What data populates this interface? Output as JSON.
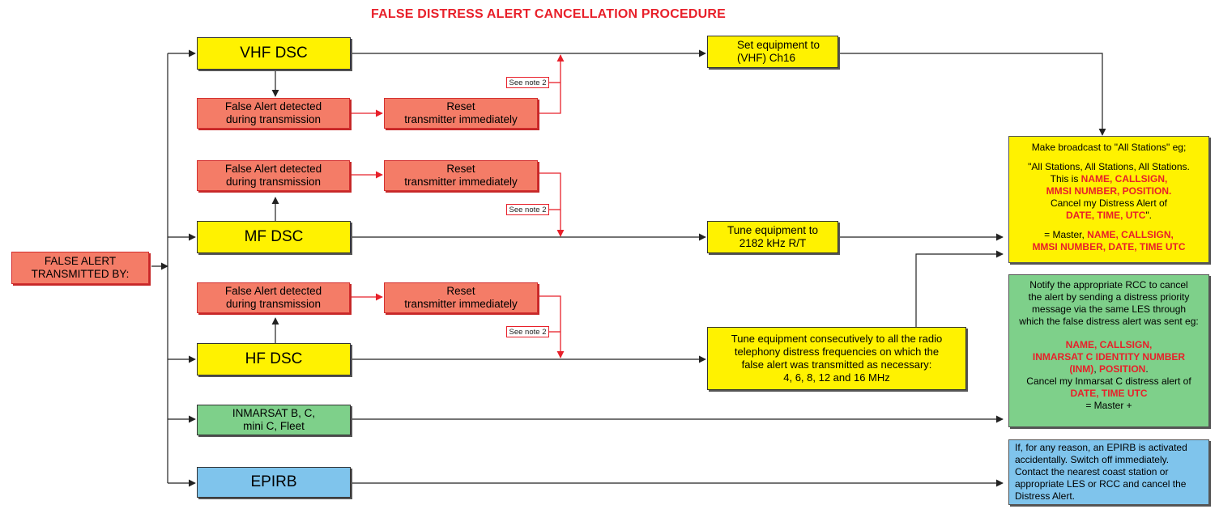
{
  "title": "FALSE DISTRESS ALERT CANCELLATION PROCEDURE",
  "source": {
    "line1": "FALSE ALERT",
    "line2": "TRANSMITTED BY:"
  },
  "methods": {
    "vhf": "VHF DSC",
    "mf": "MF DSC",
    "hf": "HF DSC",
    "inmarsat": {
      "line1": "INMARSAT B, C,",
      "line2": "mini C, Fleet"
    },
    "epirb": "EPIRB"
  },
  "detected": {
    "line1": "False Alert detected",
    "line2": "during transmission"
  },
  "reset": {
    "line1": "Reset",
    "line2": "transmitter immediately"
  },
  "note": "See note 2",
  "actions": {
    "vhf": {
      "line1": "Set equipment to",
      "line2": "(VHF) Ch16"
    },
    "mf": {
      "line1": "Tune equipment to",
      "line2": "2182 kHz R/T"
    },
    "hf": {
      "line1": "Tune equipment consecutively to all the radio",
      "line2": "telephony distress frequencies on which the",
      "line3": "false alert was transmitted as necessary:",
      "line4": "4, 6, 8, 12 and 16 MHz"
    }
  },
  "broadcast": {
    "intro": "Make broadcast to \"All Stations\" eg;",
    "l1": "\"All Stations, All Stations, All Stations.",
    "l2a": "This is ",
    "l2b": "NAME, CALLSIGN,",
    "l3": "MMSI NUMBER, POSITION.",
    "l4": "Cancel my Distress Alert of",
    "l5a": "DATE, TIME, UTC",
    "l5b": "\".",
    "l6a": "= Master, ",
    "l6b": "NAME, CALLSIGN,",
    "l7": "MMSI NUMBER, DATE, TIME UTC"
  },
  "rcc": {
    "l1": "Notify the appropriate RCC to cancel",
    "l2": "the alert by sending a distress priority",
    "l3": "message via the same LES through",
    "l4": "which the false distress alert was sent eg:",
    "l5": "NAME, CALLSIGN,",
    "l6": "INMARSAT C IDENTITY NUMBER",
    "l7a": "(INM)",
    "l7b": ", ",
    "l7c": "POSITION",
    "l7d": ".",
    "l8": "Cancel my Inmarsat C distress alert of",
    "l9": "DATE, TIME UTC",
    "l10": "= Master +"
  },
  "epirb_action": {
    "l1": "If, for any reason, an EPIRB is activated",
    "l2": "accidentally. Switch off immediately.",
    "l3": "Contact the nearest coast station or",
    "l4": "appropriate LES or RCC and cancel the",
    "l5": "Distress Alert."
  },
  "colors": {
    "title": "#e8202a",
    "yellow": "#fff200",
    "salmon": "#f47c67",
    "green": "#7ed08a",
    "blue": "#7fc4ec",
    "red_line": "#e8202a"
  }
}
